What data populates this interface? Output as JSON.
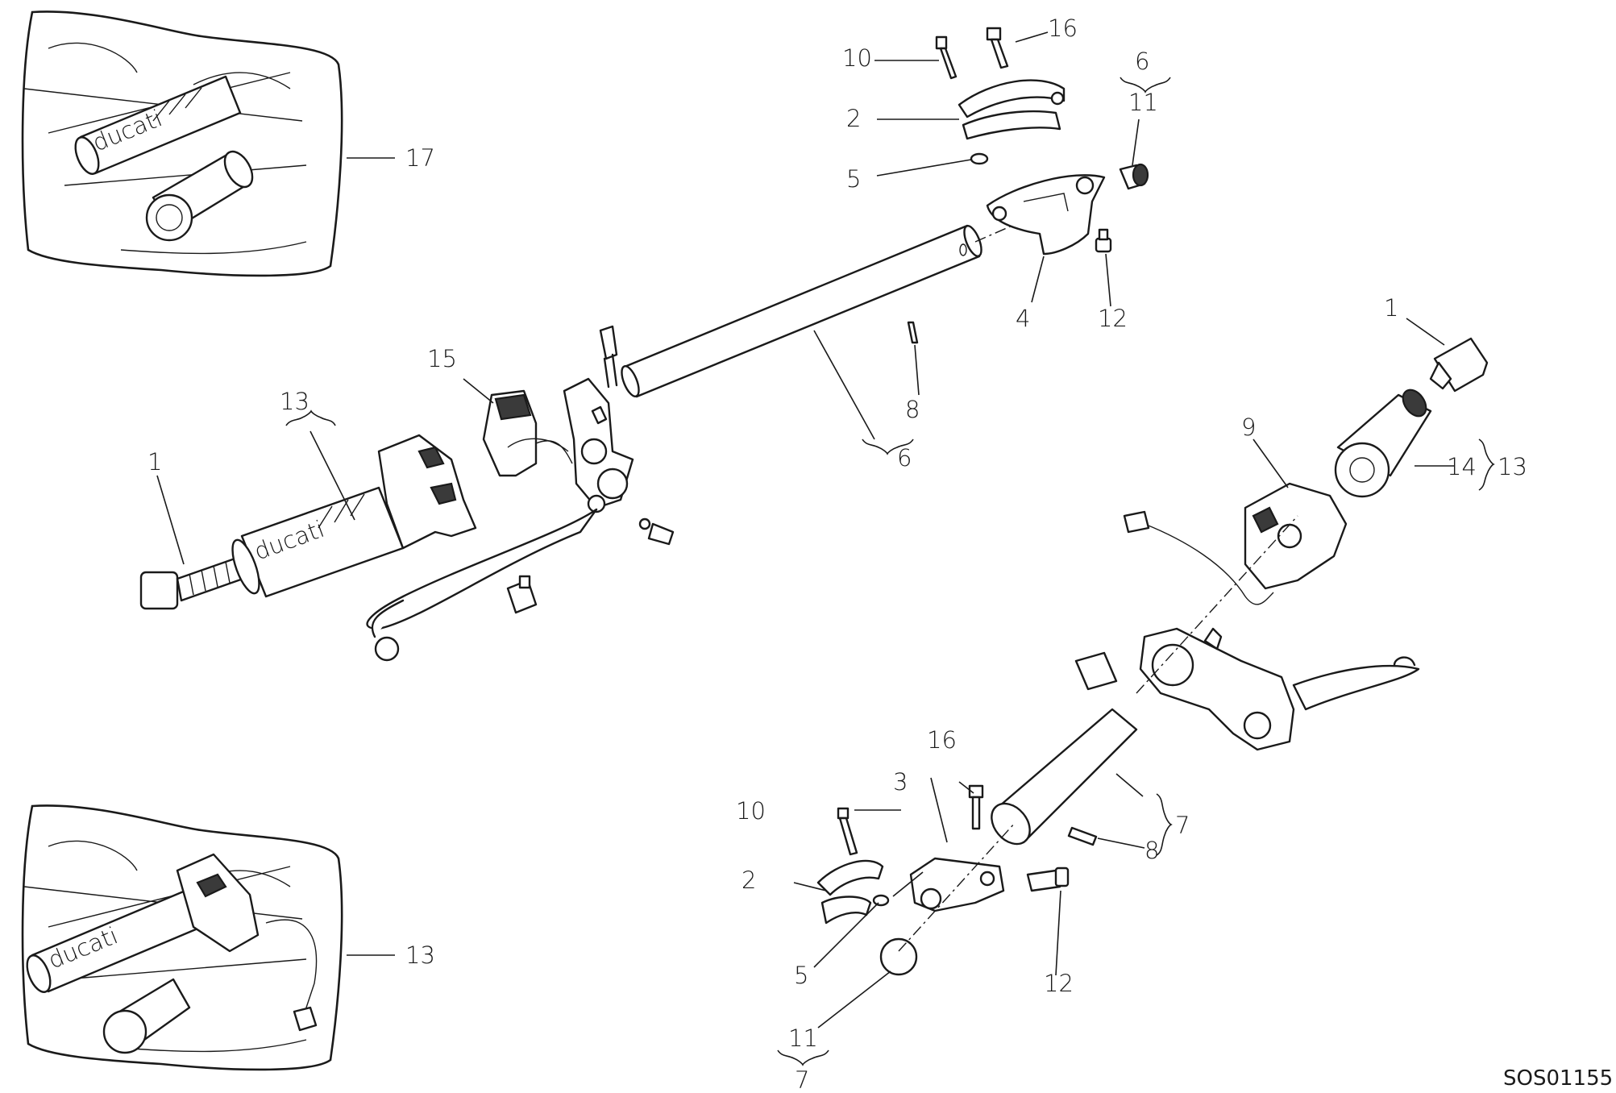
{
  "drawing_code": "SOS01155",
  "callouts": {
    "c1_left": "1",
    "c1_right": "1",
    "c2_top": "2",
    "c2_bottom": "2",
    "c3": "3",
    "c4": "4",
    "c5_top": "5",
    "c5_bottom": "5",
    "c6_top": "6",
    "c6_mid": "6",
    "c7_right": "7",
    "c7_bottom": "7",
    "c8_top": "8",
    "c8_bottom": "8",
    "c9": "9",
    "c10_top": "10",
    "c10_bottom": "10",
    "c11_top": "11",
    "c11_bottom": "11",
    "c12_top": "12",
    "c12_bottom": "12",
    "c13_left": "13",
    "c13_right": "13",
    "c13_inset": "13",
    "c14": "14",
    "c15": "15",
    "c16_top": "16",
    "c16_bottom": "16",
    "c17": "17"
  },
  "grip_logo": "ducati"
}
